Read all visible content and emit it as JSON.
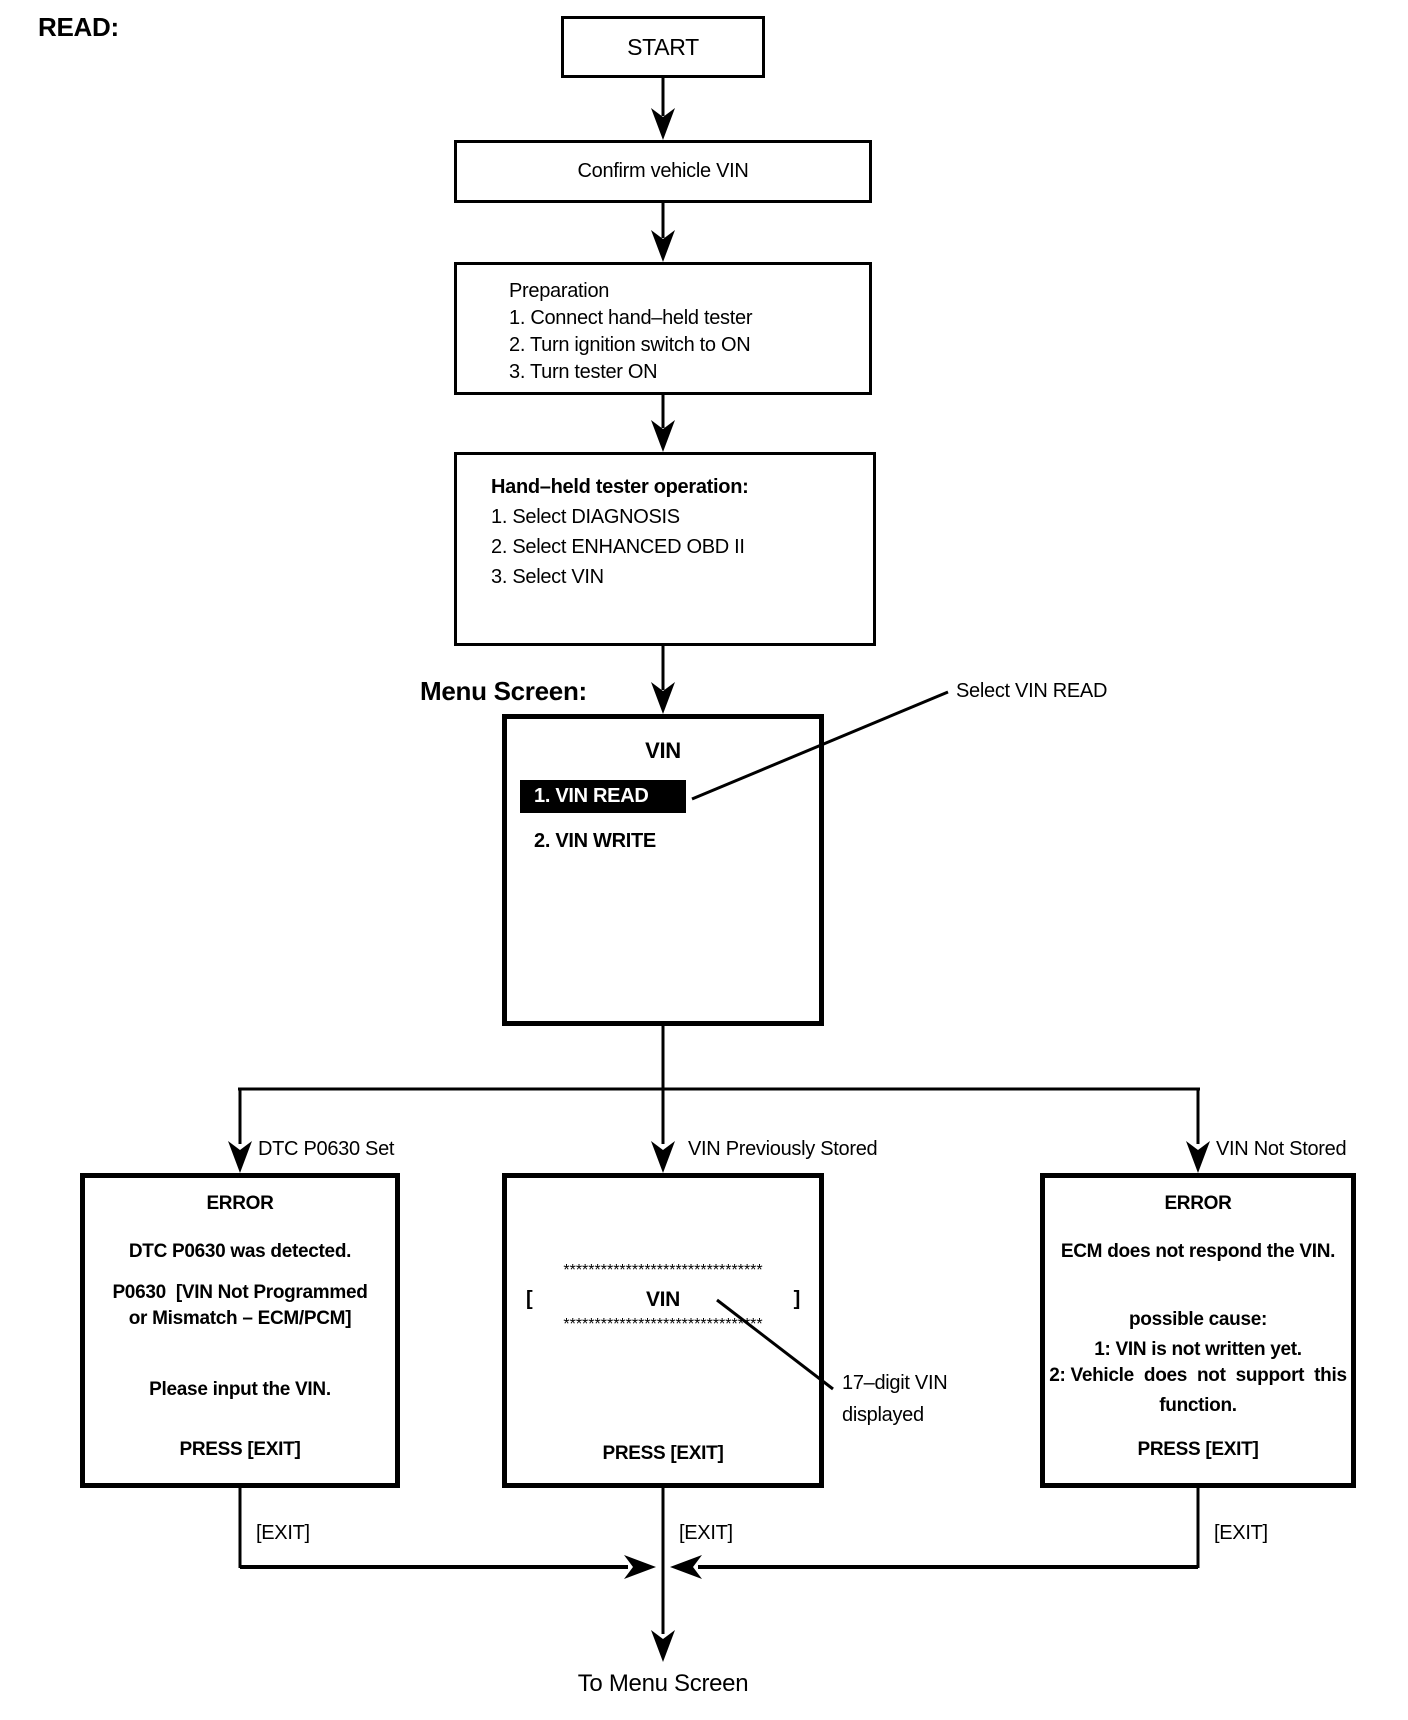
{
  "page_title": "READ:",
  "flow": {
    "start": "START",
    "confirm": "Confirm vehicle VIN",
    "preparation": {
      "title": "Preparation",
      "items": [
        "1. Connect hand–held tester",
        "2. Turn ignition switch to ON",
        "3. Turn tester ON"
      ]
    },
    "tester_op": {
      "title": "Hand–held tester operation:",
      "items": [
        "1. Select DIAGNOSIS",
        "2. Select ENHANCED OBD II",
        "3. Select VIN"
      ]
    }
  },
  "menu_screen": {
    "label": "Menu Screen:",
    "screen_title": "VIN",
    "items": [
      {
        "label": "1. VIN READ",
        "selected": true
      },
      {
        "label": "2. VIN WRITE",
        "selected": false
      }
    ],
    "callout": "Select VIN READ"
  },
  "branches": [
    {
      "label": "DTC P0630 Set",
      "lines": [
        "ERROR",
        "DTC P0630 was detected.",
        "P0630  [VIN Not Programmed",
        "or Mismatch – ECM/PCM]",
        "Please input the VIN.",
        "PRESS [EXIT]"
      ],
      "exit_label": "[EXIT]"
    },
    {
      "label": "VIN Previously Stored",
      "asterisks": "********************************",
      "vin_row": {
        "open": "[",
        "label": "VIN",
        "close": "]"
      },
      "press": "PRESS [EXIT]",
      "callout_line1": "17–digit VIN",
      "callout_line2": "displayed",
      "exit_label": "[EXIT]"
    },
    {
      "label": "VIN Not Stored",
      "lines": [
        "ERROR",
        "ECM does not respond the VIN.",
        "possible cause:",
        "1: VIN is not written yet.",
        "2: Vehicle  does  not  support  this",
        "function.",
        "PRESS [EXIT]"
      ],
      "exit_label": "[EXIT]"
    }
  ],
  "footer": "To Menu Screen",
  "colors": {
    "ink": "#000000",
    "paper": "#ffffff",
    "highlight_bg": "#000000",
    "highlight_fg": "#ffffff"
  }
}
